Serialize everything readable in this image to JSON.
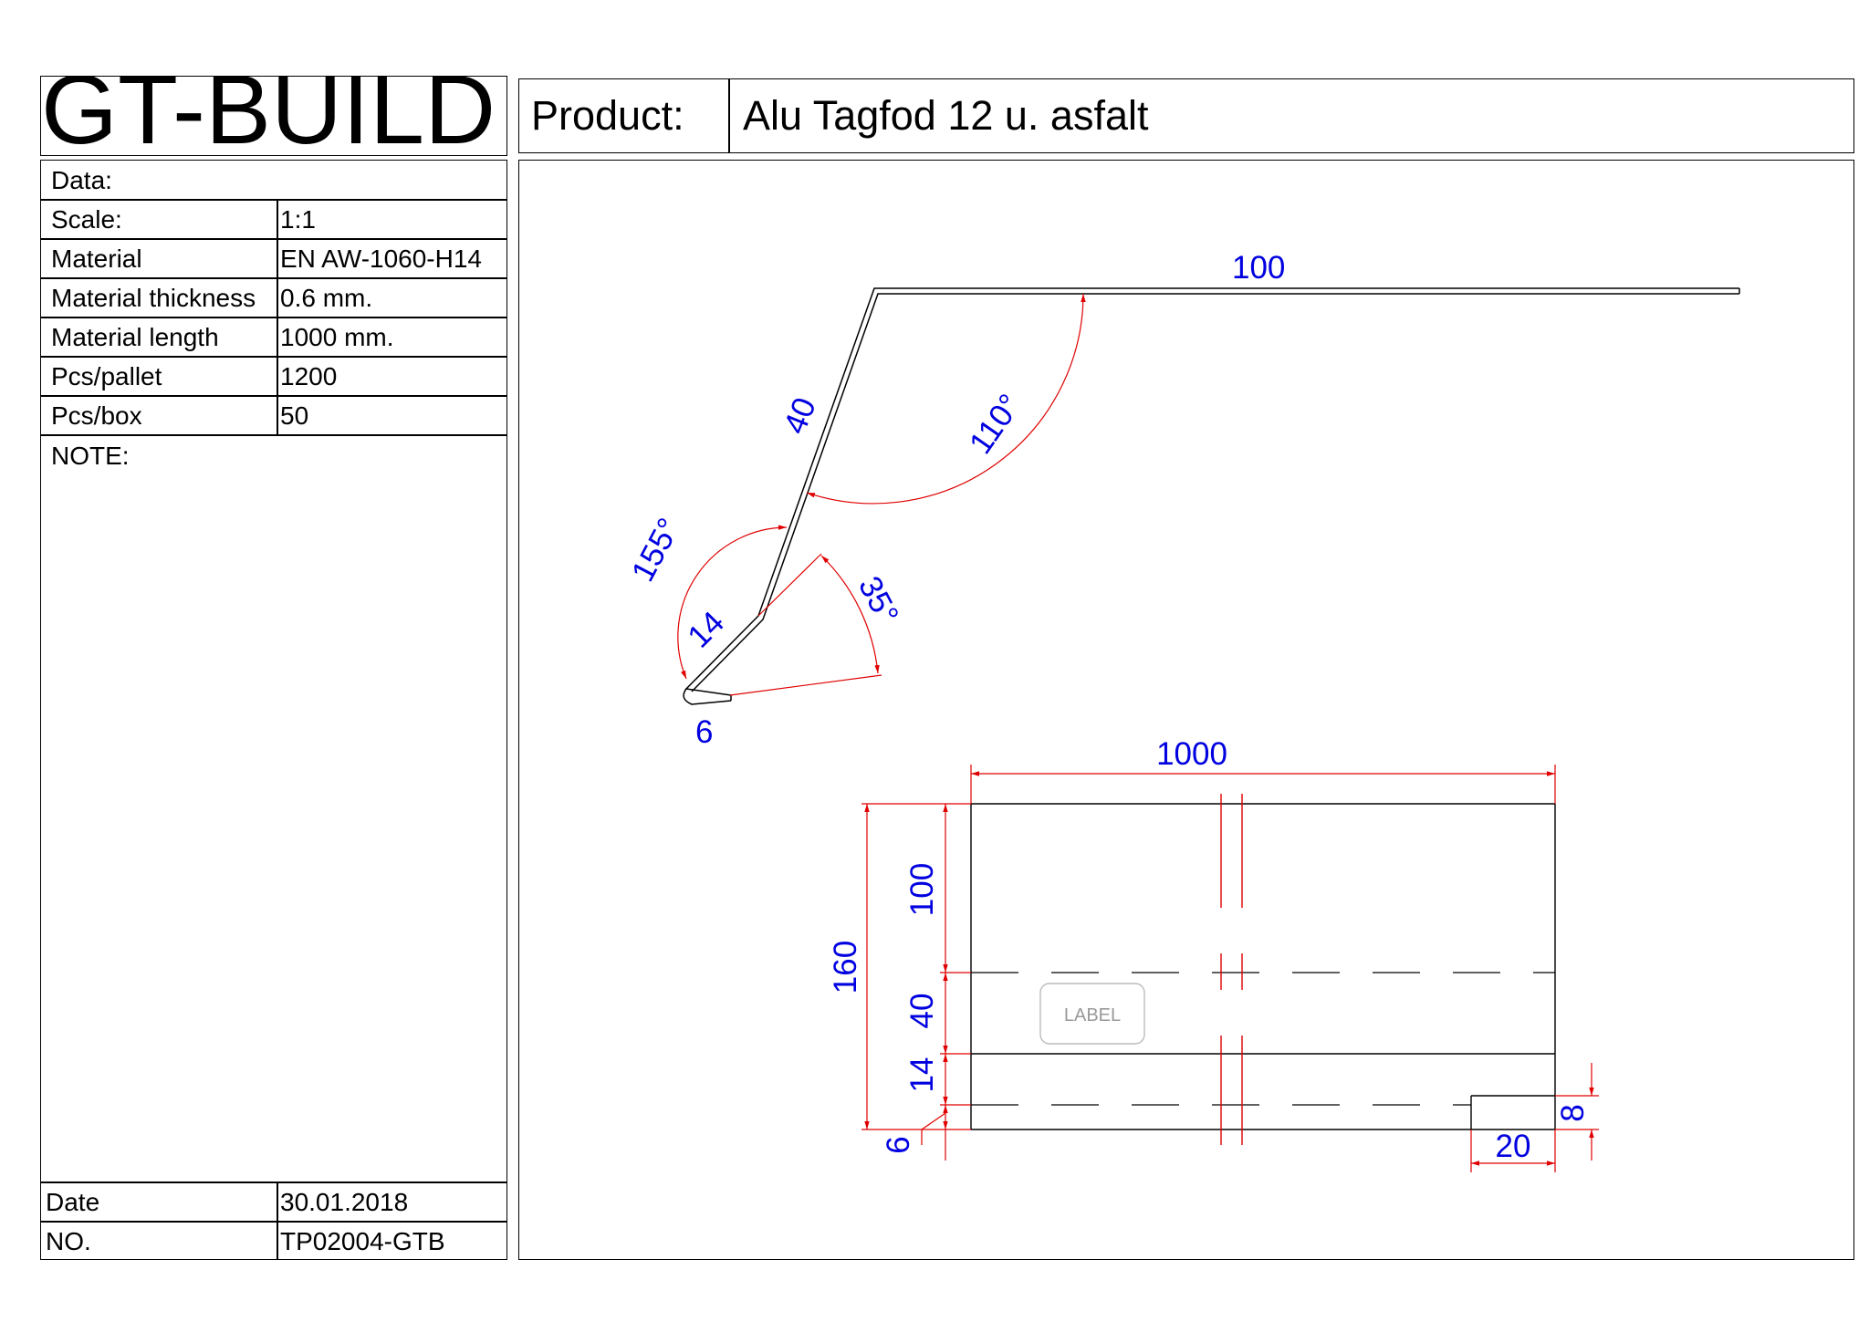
{
  "brand": "GT-BUILD",
  "product": {
    "label": "Product:",
    "name": "Alu Tagfod 12 u. asfalt"
  },
  "info": {
    "data_label": "Data:",
    "rows": [
      {
        "label": "Scale:",
        "value": "1:1"
      },
      {
        "label": "Material",
        "value": "EN AW-1060-H14"
      },
      {
        "label": "Material thickness",
        "value": "0.6 mm."
      },
      {
        "label": "Material length",
        "value": "1000 mm."
      },
      {
        "label": "Pcs/pallet",
        "value": "1200"
      },
      {
        "label": "Pcs/box",
        "value": "50"
      }
    ],
    "note_label": "NOTE:",
    "date_label": "Date",
    "date_value": "30.01.2018",
    "no_label": "NO.",
    "no_value": "TP02004-GTB"
  },
  "profile": {
    "dim_top": "100",
    "dim_slope": "40",
    "angle_top": "110°",
    "angle_mid": "155°",
    "dim_short": "14",
    "angle_hem": "35°",
    "dim_hem": "6"
  },
  "flat": {
    "dim_length": "1000",
    "dim_total": "160",
    "dim_a": "100",
    "dim_b": "40",
    "dim_c": "14",
    "dim_d": "6",
    "dim_notch_h": "8",
    "dim_notch_w": "20",
    "label_tag": "LABEL"
  },
  "colors": {
    "dimension_text": "#0000e0",
    "dimension_line": "#e00000",
    "outline": "#000000"
  }
}
